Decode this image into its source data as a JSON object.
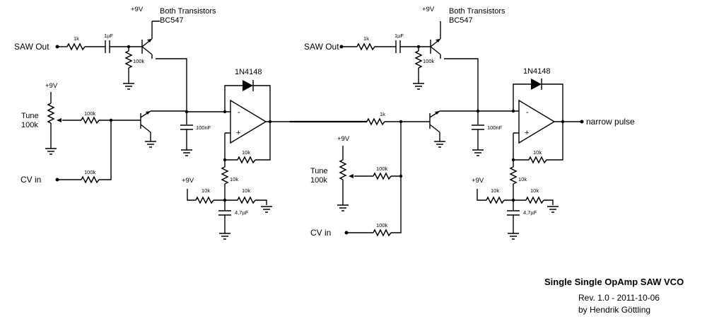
{
  "left": {
    "saw_out": "SAW Out",
    "r1k": "1k",
    "c1uf": "1µF",
    "r100k_emitter": "100k",
    "plus9v_top": "+9V",
    "transistor_note_1": "Both Transistors",
    "transistor_note_2": "BC547",
    "plus9v_pot": "+9V",
    "tune_1": "Tune",
    "tune_2": "100k",
    "r100k_tune": "100k",
    "cv_in": "CV in",
    "r100k_cv": "100k",
    "c100nf": "100nF",
    "diode": "1N4148",
    "r10k_fb": "10k",
    "r10k_div": "10k",
    "plus9v_bias": "+9V",
    "r10k_bias_left": "10k",
    "r10k_bias_right": "10k",
    "c47uf": "4,7µF"
  },
  "right": {
    "saw_out": "SAW Out",
    "r1k": "1k",
    "c1uf": "1µF",
    "r100k_emitter": "100k",
    "plus9v_top": "+9V",
    "transistor_note_1": "Both Transistors",
    "transistor_note_2": "BC547",
    "r1k_input": "1k",
    "plus9v_pot": "+9V",
    "tune_1": "Tune",
    "tune_2": "100k",
    "r100k_tune": "100k",
    "cv_in": "CV in",
    "r100k_cv": "100k",
    "c100nf": "100nF",
    "diode": "1N4148",
    "output": "narrow pulse",
    "r10k_fb": "10k",
    "r10k_div": "10k",
    "plus9v_bias": "+9V",
    "r10k_bias_left": "10k",
    "r10k_bias_right": "10k",
    "c47uf": "4,7µF"
  },
  "title": {
    "main": "Single Single OpAmp SAW VCO",
    "rev": "Rev. 1.0 - 2011-10-06",
    "author": "by Hendrik Göttling"
  }
}
